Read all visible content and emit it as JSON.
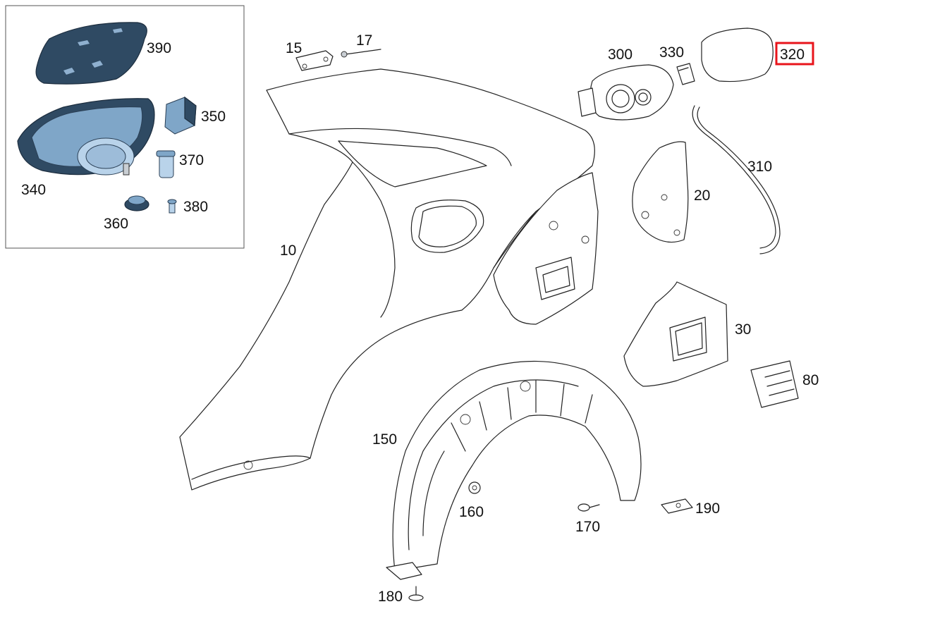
{
  "inset": {
    "callouts": {
      "c390": "390",
      "c350": "350",
      "c370": "370",
      "c340": "340",
      "c360": "360",
      "c380": "380"
    }
  },
  "main": {
    "callouts": {
      "c15": "15",
      "c17": "17",
      "c10": "10",
      "c300": "300",
      "c330": "330",
      "c320": "320",
      "c310": "310",
      "c20": "20",
      "c30": "30",
      "c80": "80",
      "c150": "150",
      "c160": "160",
      "c170": "170",
      "c190": "190",
      "c180": "180"
    },
    "highlighted": "320",
    "highlight_color": "#e8141b"
  },
  "colors": {
    "inset_part_dark": "#2f4a63",
    "inset_part_light": "#b9d3ea",
    "line": "#222222"
  }
}
